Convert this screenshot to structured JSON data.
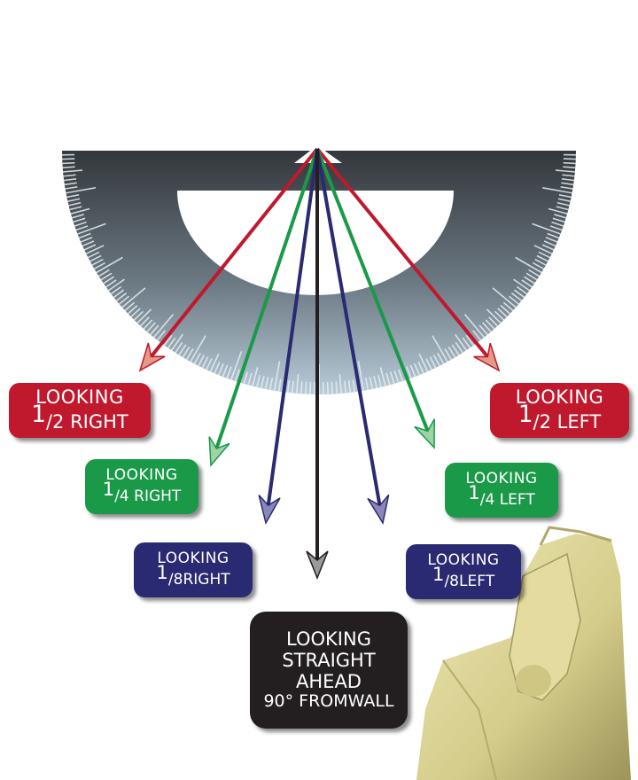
{
  "colors": {
    "half": "#c0182c",
    "quarter": "#1a9a49",
    "eighth": "#2a2a72",
    "straight": "#231f20"
  },
  "labels": {
    "half_right": {
      "line1": "LOOKING",
      "num": "1",
      "rest": "/2 RIGHT"
    },
    "half_left": {
      "line1": "LOOKING",
      "num": "1",
      "rest": "/2 LEFT"
    },
    "quarter_right": {
      "line1": "LOOKING",
      "num": "1",
      "rest": "/4 RIGHT"
    },
    "quarter_left": {
      "line1": "LOOKING",
      "num": "1",
      "rest": "/4 LEFT"
    },
    "eighth_right": {
      "line1": "LOOKING",
      "num": "1",
      "rest": "/8RIGHT"
    },
    "eighth_left": {
      "line1": "LOOKING",
      "num": "1",
      "rest": "/8LEFT"
    },
    "straight": {
      "line1": "LOOKING",
      "line2": "STRAIGHT",
      "line3": "AHEAD",
      "line4": "90° FROMWALL"
    }
  }
}
